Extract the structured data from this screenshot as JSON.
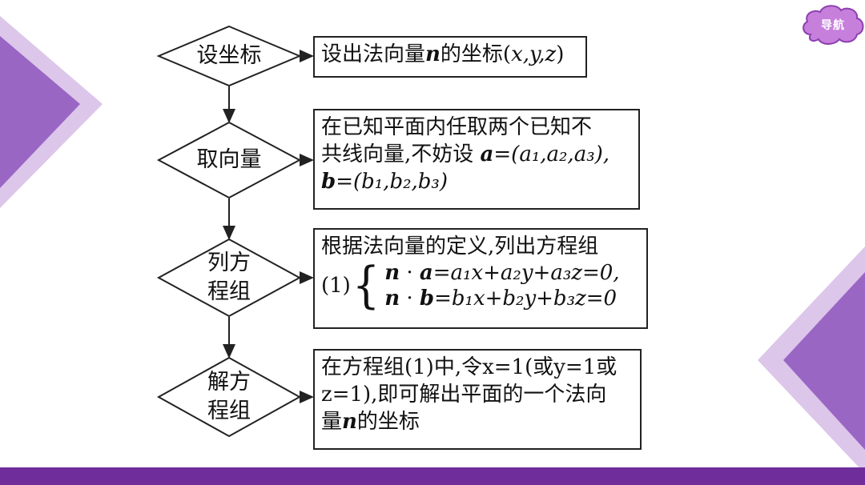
{
  "nav": {
    "label": "导航"
  },
  "colors": {
    "accent": "#6f2d9c",
    "decor_light": "#dcc6ea",
    "decor_mid": "#9a66c4"
  },
  "steps": [
    {
      "label": "设坐标",
      "box": {
        "line1": "设出法向量",
        "vec": "n",
        "line1_after": "的坐标(",
        "coords": "x,y,z",
        "close": ")"
      }
    },
    {
      "label": "取向量",
      "box": {
        "line1": "在已知平面内任取两个已知不",
        "line2_pre": "共线向量,不妨设 ",
        "vec_a": "a",
        "a_def": "=(a₁,a₂,a₃),",
        "vec_b": "b",
        "b_def": "=(b₁,b₂,b₃)"
      }
    },
    {
      "label_line1": "列方",
      "label_line2": "程组",
      "box": {
        "line1": "根据法向量的定义,列出方程组",
        "tag": "(1)",
        "eq1_vec": "n",
        "eq1_dot": " · ",
        "eq1_vec2": "a",
        "eq1_rhs": "=a₁x+a₂y+a₃z=0,",
        "eq2_vec": "n",
        "eq2_dot": " · ",
        "eq2_vec2": "b",
        "eq2_rhs": "=b₁x+b₂y+b₃z=0"
      }
    },
    {
      "label_line1": "解方",
      "label_line2": "程组",
      "box": {
        "line1": "在方程组(1)中,令x=1(或y=1或",
        "line2": "z=1),即可解出平面的一个法向",
        "line3_pre": "量",
        "vec": "n",
        "line3_post": "的坐标"
      }
    }
  ]
}
